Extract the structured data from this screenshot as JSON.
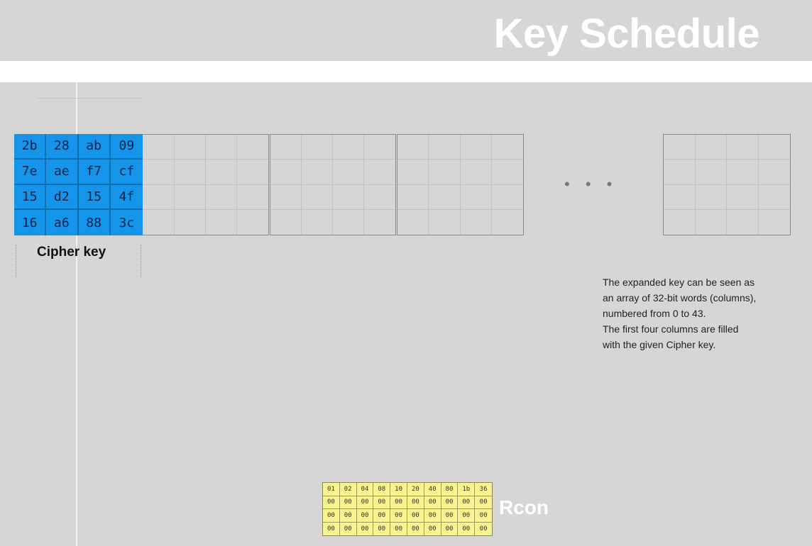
{
  "title": "Key Schedule",
  "cipher_key": {
    "label": "Cipher key",
    "bytes": [
      [
        "2b",
        "28",
        "ab",
        "09"
      ],
      [
        "7e",
        "ae",
        "f7",
        "cf"
      ],
      [
        "15",
        "d2",
        "15",
        "4f"
      ],
      [
        "16",
        "a6",
        "88",
        "3c"
      ]
    ]
  },
  "ellipsis": "• • •",
  "description": [
    "The expanded key can be seen as",
    "an array of 32-bit words (columns),",
    "numbered from 0 to 43.",
    "The first four columns are filled",
    "with the given Cipher key."
  ],
  "rcon": {
    "label": "Rcon",
    "rows": [
      [
        "01",
        "02",
        "04",
        "08",
        "10",
        "20",
        "40",
        "80",
        "1b",
        "36"
      ],
      [
        "00",
        "00",
        "00",
        "00",
        "00",
        "00",
        "00",
        "00",
        "00",
        "00"
      ],
      [
        "00",
        "00",
        "00",
        "00",
        "00",
        "00",
        "00",
        "00",
        "00",
        "00"
      ],
      [
        "00",
        "00",
        "00",
        "00",
        "00",
        "00",
        "00",
        "00",
        "00",
        "00"
      ]
    ]
  },
  "colors": {
    "cipher_fill": "#1495ea",
    "rcon_fill": "#f7f38e",
    "background": "#d6d6d6"
  }
}
